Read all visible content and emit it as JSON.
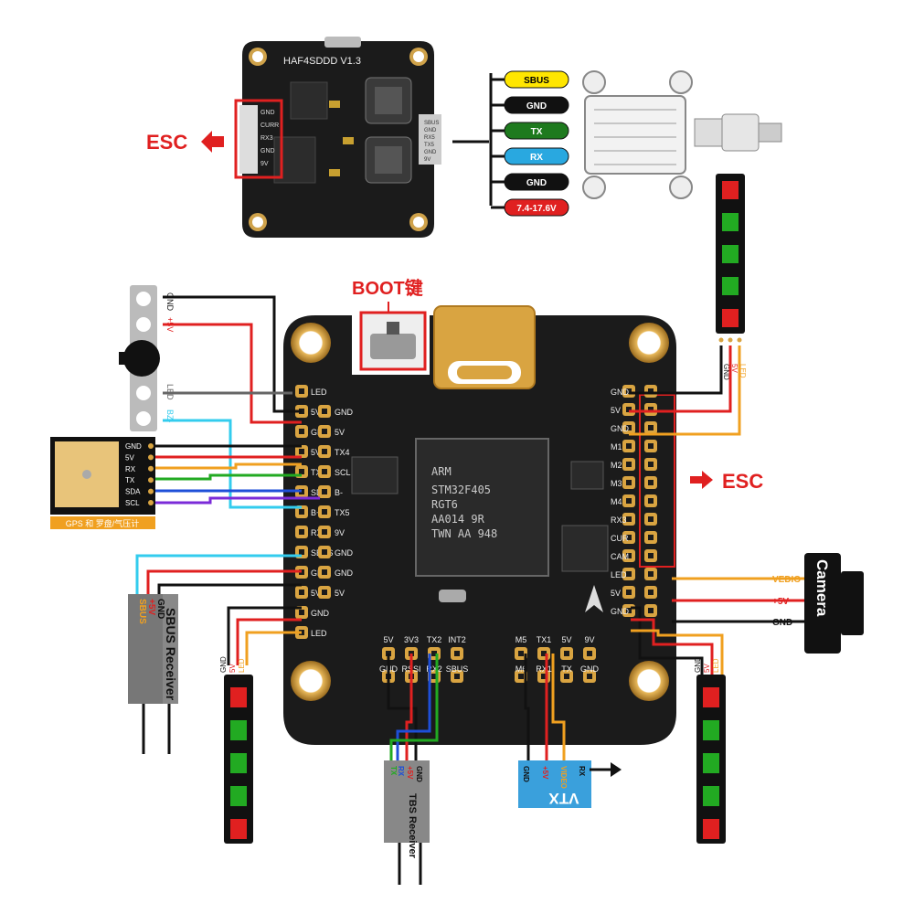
{
  "esc_board": {
    "left_pads": [
      "GND",
      "CURR",
      "RX3",
      "GND",
      "9V"
    ],
    "right_pads": [
      "SBUS",
      "GND",
      "RX5",
      "TX5",
      "GND",
      "9V"
    ],
    "model": "HAF4SDDD V1.3",
    "esc_label": "ESC",
    "receiver_pins": [
      {
        "label": "SBUS",
        "bg": "#ffe600",
        "fg": "#000000"
      },
      {
        "label": "GND",
        "bg": "#111111",
        "fg": "#ffffff"
      },
      {
        "label": "TX",
        "bg": "#1e7a1e",
        "fg": "#ffffff"
      },
      {
        "label": "RX",
        "bg": "#29a8e0",
        "fg": "#ffffff"
      },
      {
        "label": "GND",
        "bg": "#111111",
        "fg": "#ffffff"
      },
      {
        "label": "7.4-17.6V",
        "bg": "#e02020",
        "fg": "#ffffff"
      }
    ]
  },
  "fc": {
    "boot_label": "BOOT键",
    "esc_label": "ESC",
    "mcu": [
      "ARM",
      "STM32F405",
      "RGT6",
      "AA014 9R",
      "TWN AA 948"
    ],
    "left_pads": [
      "LED",
      "5V",
      "GND",
      "5V",
      "TX4",
      "SDA",
      "B+",
      "RX5",
      "SBUS",
      "GND",
      "5V",
      "GND",
      "LED"
    ],
    "inner_left_pads": [
      "GND",
      "5V",
      "TX4",
      "SCL",
      "B-",
      "TX5",
      "9V",
      "GND",
      "GND",
      "5V"
    ],
    "right_pads": [
      "GND",
      "5V",
      "GND",
      "M1",
      "M2",
      "M3",
      "M4",
      "RX3",
      "CUR",
      "CAM",
      "LED",
      "5V",
      "GND"
    ],
    "bottom_top_row": [
      "5V",
      "3V3",
      "TX2",
      "INT2",
      "M5",
      "TX1",
      "5V",
      "9V"
    ],
    "bottom_bottom_row": [
      "GND",
      "RSSI",
      "RX2",
      "SBUS",
      "M6",
      "RX1",
      "TX",
      "GND"
    ]
  },
  "buzzer": {
    "pins": [
      "GND",
      "+5V",
      "LED",
      "BZ-"
    ]
  },
  "gps": {
    "pins": [
      "GND",
      "5V",
      "RX",
      "TX",
      "SDA",
      "SCL"
    ],
    "caption": "GPS 和 罗盘/气压计"
  },
  "sbus_receiver": {
    "pins": [
      "SBUS",
      "+5V",
      "GND"
    ],
    "label": "SBUS Receiver"
  },
  "tbs_receiver": {
    "pins": [
      "TX",
      "RX",
      "+5V",
      "GND"
    ],
    "label": "TBS Receiver"
  },
  "vtx": {
    "pins": [
      "GND",
      "+5V",
      "VIDEO",
      "RX"
    ],
    "label": "VTX"
  },
  "camera": {
    "label": "Camera",
    "wires": [
      "VEDIO",
      "+5V",
      "GND"
    ]
  },
  "led_strip": {
    "pins": [
      "GND",
      "5V",
      "LED"
    ]
  },
  "colors": {
    "red": "#e02020",
    "black": "#111111",
    "orange": "#f0a020",
    "cyan": "#33ccee",
    "green": "#22aa22",
    "purple": "#7b2bd8",
    "blue": "#1e4fd8",
    "board": "#1b1b1b",
    "gold": "#d9a441"
  }
}
